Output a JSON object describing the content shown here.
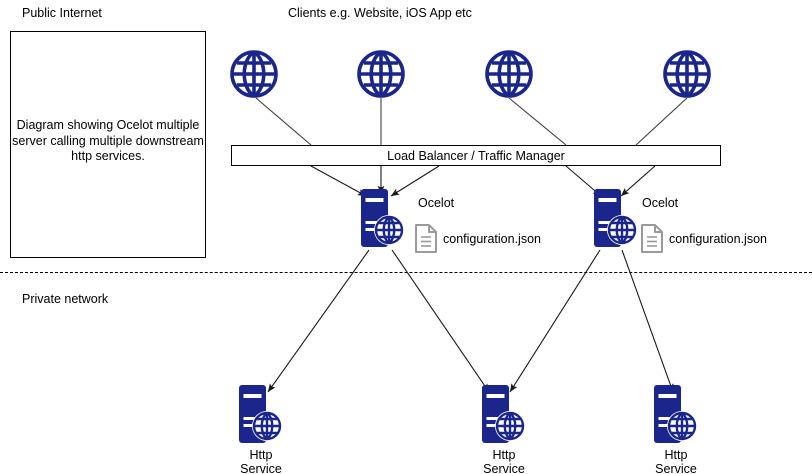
{
  "diagram": {
    "title_note": "Diagram showing Ocelot multiple server calling multiple downstream http services.",
    "zones": {
      "public": "Public Internet",
      "private": "Private network"
    },
    "clients_label": "Clients e.g. Website, iOS App etc",
    "load_balancer": "Load Balancer / Traffic Manager",
    "colors": {
      "node_blue": "#1a268c",
      "line": "#3f3f3f",
      "doc_outline": "#9a9a9a",
      "text": "#000000",
      "background": "#ffffff"
    },
    "clients": [
      {
        "name": "client-globe-1",
        "icon": "globe-icon"
      },
      {
        "name": "client-globe-2",
        "icon": "globe-icon"
      },
      {
        "name": "client-globe-3",
        "icon": "globe-icon"
      },
      {
        "name": "client-globe-4",
        "icon": "globe-icon"
      }
    ],
    "gateways": [
      {
        "label": "Ocelot",
        "config": "configuration.json",
        "icon": "server-globe-icon",
        "doc_icon": "document-icon"
      },
      {
        "label": "Ocelot",
        "config": "configuration.json",
        "icon": "server-globe-icon",
        "doc_icon": "document-icon"
      }
    ],
    "services": [
      {
        "line1": "Http",
        "line2": "Service",
        "icon": "server-globe-icon"
      },
      {
        "line1": "Http",
        "line2": "Service",
        "icon": "server-globe-icon"
      },
      {
        "line1": "Http",
        "line2": "Service",
        "icon": "server-globe-icon"
      }
    ]
  }
}
